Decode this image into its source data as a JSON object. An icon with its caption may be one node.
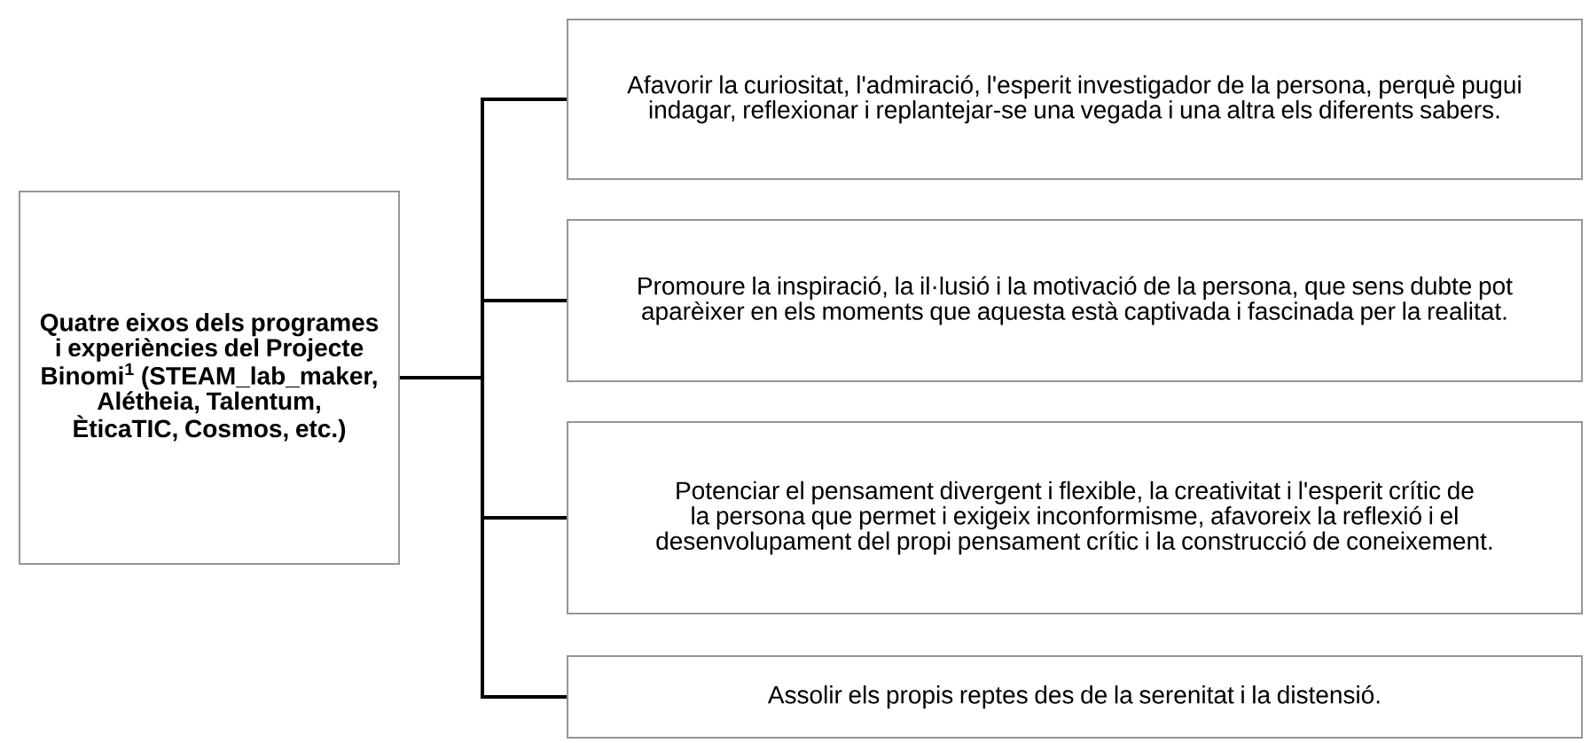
{
  "diagram": {
    "nodes": [
      {
        "text": [
          "Quatre eixos dels programes i experiències del Projecte Binomi$^{1}$ (STEAM_lab_maker, Alétheia, Talentum, ÈticaTIC, Cosmos, etc.)"
        ]
      },
      {
        "text": [
          "Afavorir la curiositat, l'admiració, l'esperit investigador de la persona, perquè pugui indagar, reflexionar i replantejar-se una vegada i una altra els diferents sabers."
        ]
      },
      {
        "text": [
          "Promoure la inspiració, la il·lusió i la motivació de la persona, que sens dubte pot aparèixer en els moments que aquesta està captivada i fascinada per la realitat."
        ]
      },
      {
        "text": [
          "Potenciar el pensament divergent i flexible, la creativitat i l'esperit crític de la persona que permet i exigeix inconformisme, afavoreix la reflexió i el desenvolupament del propi pensament crític i la construcció de coneixement."
        ]
      },
      {
        "text": [
          "Assolir els propis reptes des de la serenitat i la distensió."
        ]
      }
    ],
    "edges": [
      {
        "from": 0,
        "to": 1,
        "arrow": "none"
      },
      {
        "from": 0,
        "to": 2,
        "arrow": "none"
      },
      {
        "from": 0,
        "to": 3,
        "arrow": "none"
      },
      {
        "from": 0,
        "to": 4,
        "arrow": "none"
      }
    ]
  }
}
